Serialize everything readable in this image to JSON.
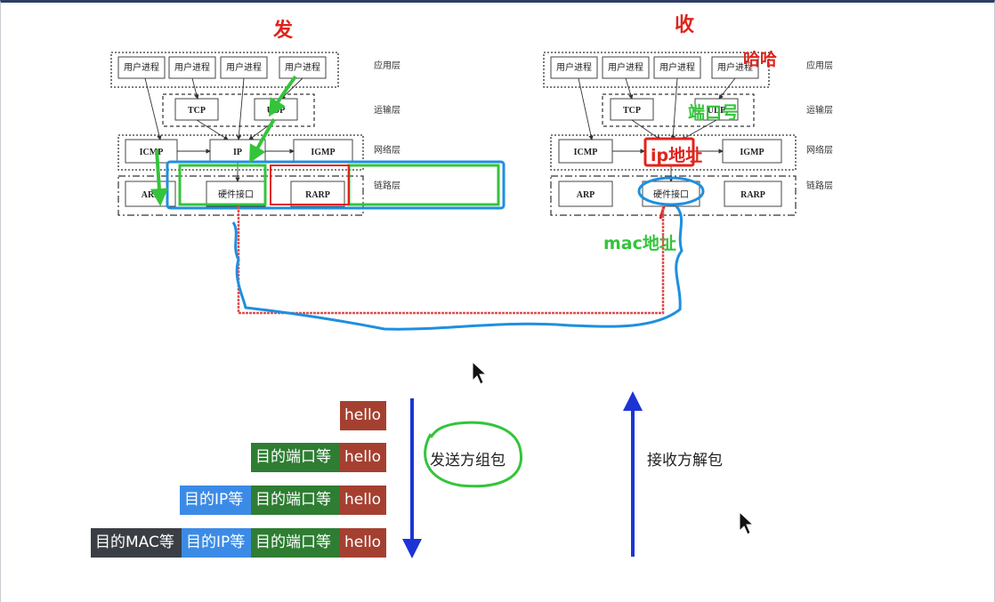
{
  "headings": {
    "send": "发",
    "receive": "收"
  },
  "layer_labels": {
    "app": "应用层",
    "transport": "运输层",
    "network": "网络层",
    "link": "链路层"
  },
  "stack": {
    "user_process": "用户进程",
    "tcp": "TCP",
    "udp": "UDP",
    "icmp": "ICMP",
    "ip": "IP",
    "igmp": "IGMP",
    "arp": "ARP",
    "hw_interface": "硬件接口",
    "rarp": "RARP"
  },
  "annotations": {
    "haha": "哈哈",
    "port_no": "端口号",
    "ip_addr": "ip地址",
    "mac_addr": "mac地址"
  },
  "packets": {
    "row1": [
      "hello"
    ],
    "row2": [
      "目的端口等",
      "hello"
    ],
    "row3": [
      "目的IP等",
      "目的端口等",
      "hello"
    ],
    "row4": [
      "目的MAC等",
      "目的IP等",
      "目的端口等",
      "hello"
    ]
  },
  "captions": {
    "send": "发送方组包",
    "receive": "接收方解包"
  },
  "colors": {
    "hello": "#a54031",
    "port": "#2e7d32",
    "ip": "#3b8be6",
    "mac": "#3a3f45",
    "annotation_red": "#e0231b",
    "annotation_green": "#34c43a",
    "annotation_blue": "#1e8fe0",
    "arrow_blue": "#1c34d6"
  }
}
